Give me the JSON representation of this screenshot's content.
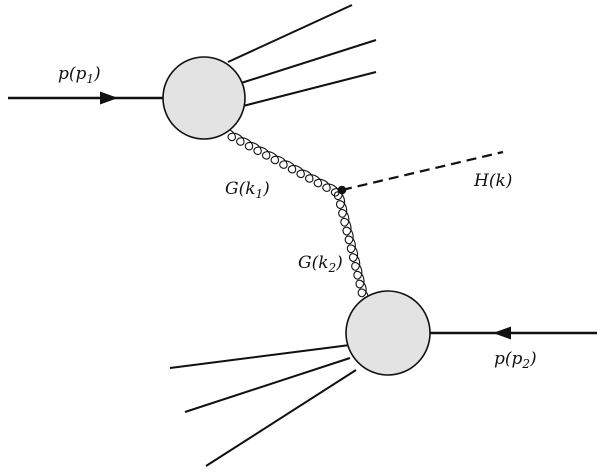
{
  "labels": {
    "proton1": {
      "main": "p(p",
      "sub": "1",
      "close": ")"
    },
    "proton2": {
      "main": "p(p",
      "sub": "2",
      "close": ")"
    },
    "gluon1": {
      "main": "G(k",
      "sub": "1",
      "close": ")"
    },
    "gluon2": {
      "main": "G(k",
      "sub": "2",
      "close": ")"
    },
    "higgs": {
      "main": "H(k)"
    }
  },
  "colors": {
    "line": "#111111",
    "blob_fill": "#e3e3e3",
    "blob_stroke": "#111111",
    "vertex": "#111111"
  }
}
